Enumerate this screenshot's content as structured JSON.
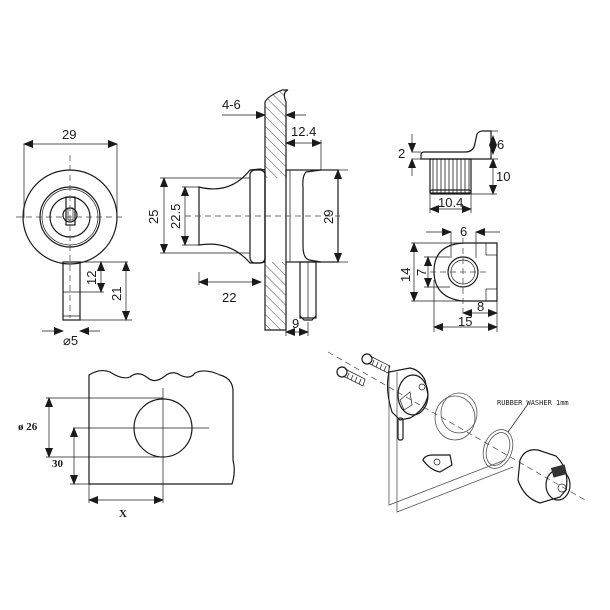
{
  "drawing": {
    "front_view": {
      "width_label": "29",
      "pin_length_label": "12",
      "total_length_label": "21",
      "pin_diameter_label": "⌀5"
    },
    "side_view": {
      "panel_thickness_label": "4-6",
      "body_depth_label": "12.4",
      "outer_diameter_label": "25",
      "inner_diameter_label": "22.5",
      "housing_height_label": "29",
      "barrel_length_label": "22",
      "pin_offset_label": "9"
    },
    "cam_detail": {
      "flange_label": "2",
      "tab_height_label": "6",
      "spline_height_label": "10",
      "spline_width_label": "10.4",
      "slot_width_label": "6",
      "height_label": "14",
      "bore_label": "7",
      "center_offset_label": "8",
      "length_label": "15"
    },
    "cutout": {
      "hole_diameter_label": "ø 26",
      "center_height_label": "30",
      "offset_label": "X"
    },
    "exploded_view": {
      "washer_note": "RUBBER WASHER 1mm"
    }
  }
}
